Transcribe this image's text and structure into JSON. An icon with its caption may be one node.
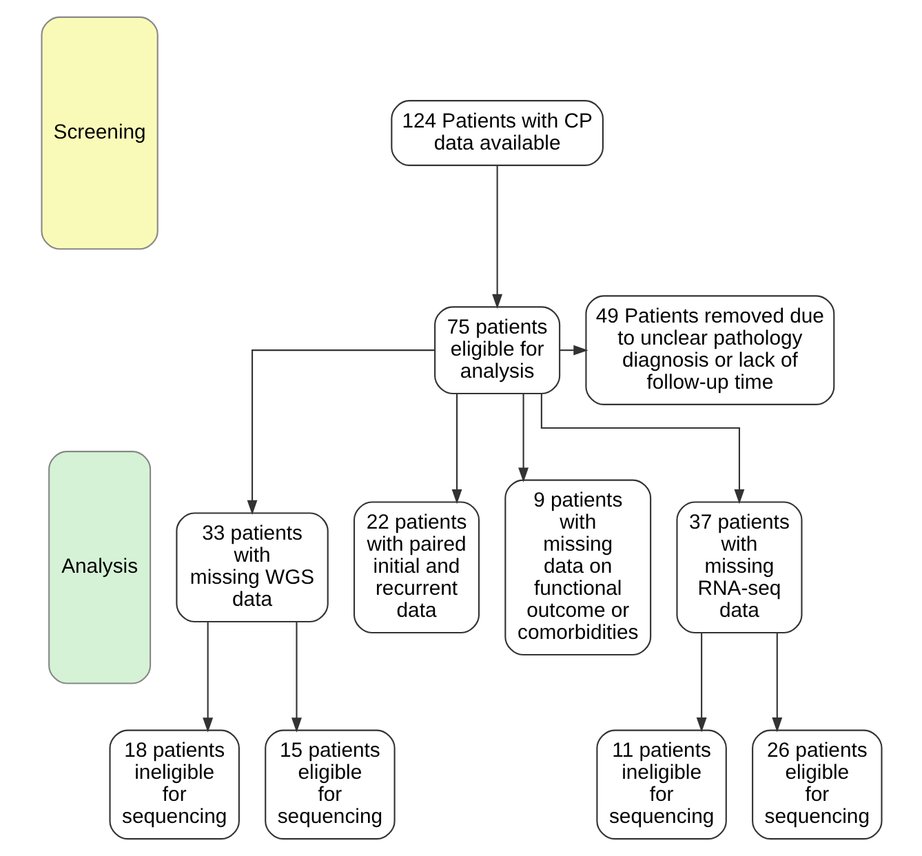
{
  "diagram": {
    "nodes": [
      {
        "text": [
          "Screening"
        ]
      },
      {
        "text": [
          "124 Patients with CP data available"
        ]
      },
      {
        "text": [
          "75 patients eligible for analysis"
        ]
      },
      {
        "text": [
          "49 Patients removed due to unclear pathology diagnosis or lack of follow-up time"
        ]
      },
      {
        "text": [
          "Analysis"
        ]
      },
      {
        "text": [
          "33 patients with missing WGS data"
        ]
      },
      {
        "text": [
          "22 patients with paired initial and recurrent data"
        ]
      },
      {
        "text": [
          "9 patients with missing data on functional outcome or comorbidities"
        ]
      },
      {
        "text": [
          "37 patients with missing RNA-seq data"
        ]
      },
      {
        "text": [
          "18 patients ineligible for sequencing"
        ]
      },
      {
        "text": [
          "15 patients eligible for sequencing"
        ]
      },
      {
        "text": [
          "11 patients ineligible for sequencing"
        ]
      },
      {
        "text": [
          "26 patients eligible for sequencing"
        ]
      }
    ],
    "edges": [
      {
        "from": 1,
        "to": 2,
        "arrow": "to"
      },
      {
        "from": 2,
        "to": 3,
        "arrow": "to"
      },
      {
        "from": 2,
        "to": 5,
        "arrow": "to"
      },
      {
        "from": 2,
        "to": 6,
        "arrow": "to"
      },
      {
        "from": 2,
        "to": 7,
        "arrow": "to"
      },
      {
        "from": 2,
        "to": 8,
        "arrow": "to"
      },
      {
        "from": 5,
        "to": 9,
        "arrow": "to"
      },
      {
        "from": 5,
        "to": 10,
        "arrow": "to"
      },
      {
        "from": 8,
        "to": 11,
        "arrow": "to"
      },
      {
        "from": 8,
        "to": 12,
        "arrow": "to"
      }
    ]
  }
}
